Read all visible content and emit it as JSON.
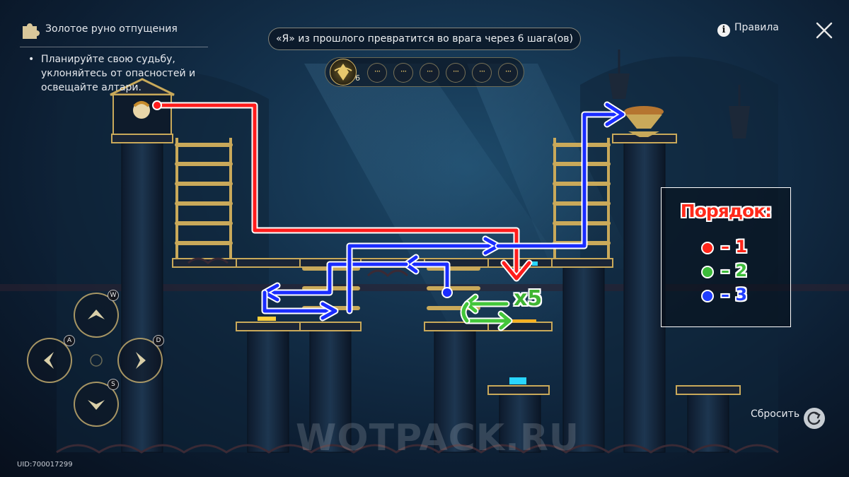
{
  "quest": {
    "title": "Золотое руно отпущения",
    "objective": "Планируйте свою судьбу, уклоняйтесь от опасностей и освещайте алтари."
  },
  "turn_banner": "«Я» из прошлого превратится во врага через 6 шага(ов)",
  "step_tracker": {
    "current_count": "6",
    "empty_slot_text": "···"
  },
  "rules_label": "Правила",
  "legend": {
    "title": "Порядок:",
    "items": [
      {
        "label": "– 1",
        "color": "#ff2418"
      },
      {
        "label": "– 2",
        "color": "#3dbb3a"
      },
      {
        "label": "– 3",
        "color": "#1f3dff"
      }
    ]
  },
  "multiplier_label": "x5",
  "reset_label": "Сбросить",
  "uid": "UID:700017299",
  "watermark": "WOTPACK.RU",
  "dpad": {
    "up_key": "W",
    "left_key": "A",
    "right_key": "D",
    "down_key": "S"
  },
  "colors": {
    "path_red": "#ff1c1c",
    "path_green": "#43c63a",
    "path_blue": "#1a2cff",
    "gold_trim": "#c9a95a",
    "altar_glow": "#ffcf3a",
    "cyan_tile": "#29d6ff"
  }
}
